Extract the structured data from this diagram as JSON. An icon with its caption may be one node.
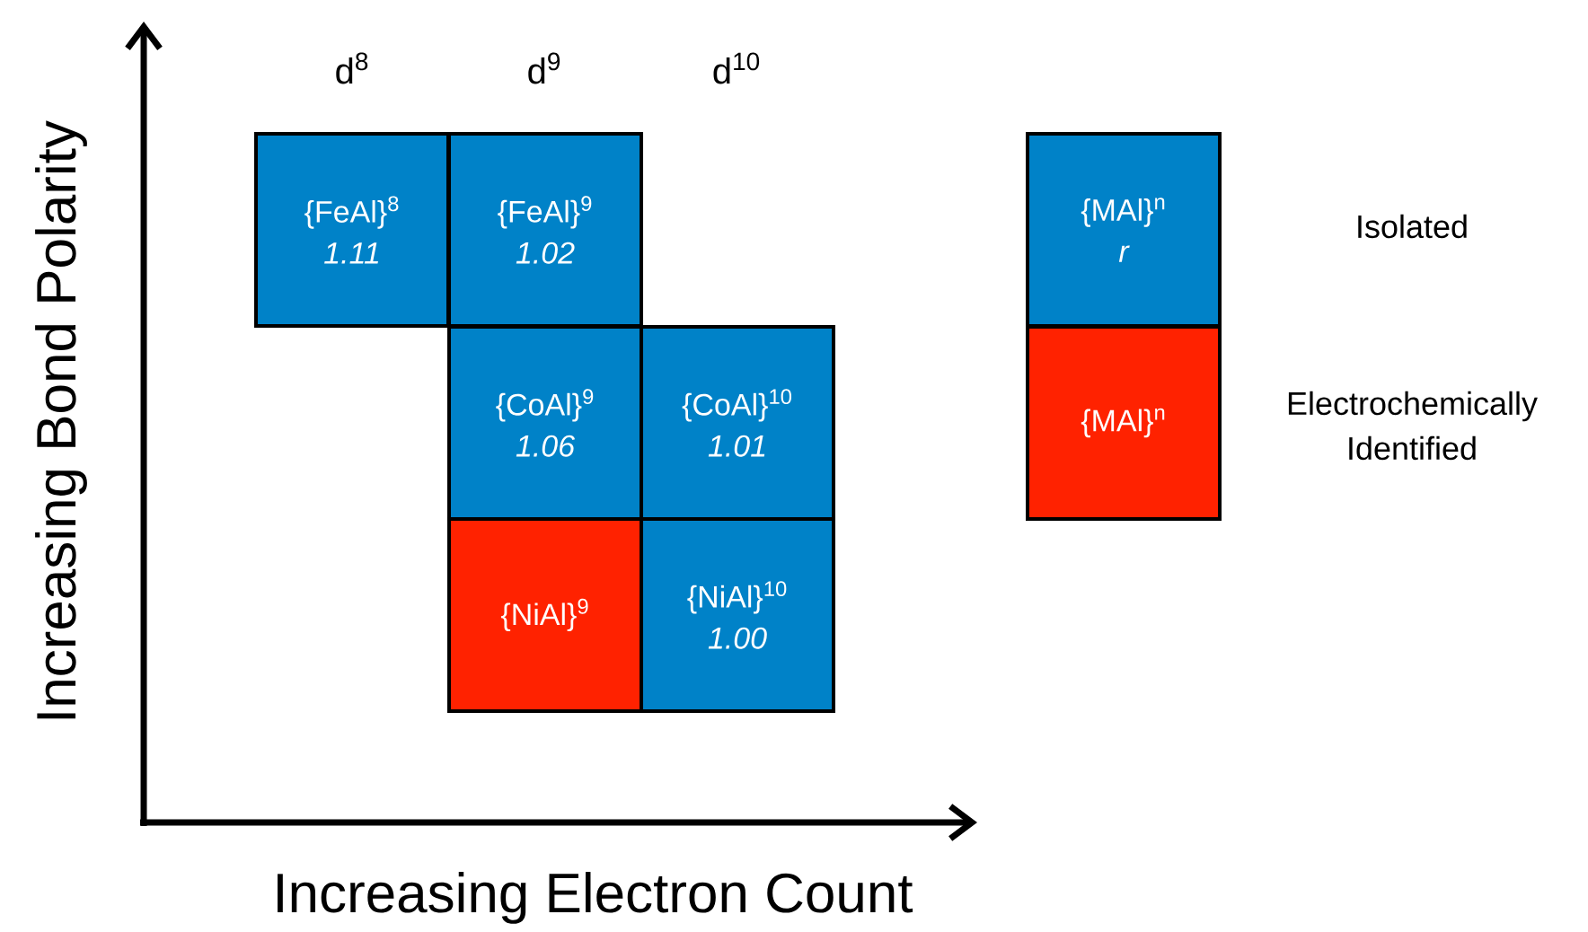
{
  "diagram": {
    "nodes": [
      {
        "text": [
          "{FeAl}$^{8}$",
          "1.11"
        ]
      },
      {
        "text": [
          "{FeAl}$^{9}$",
          "1.02"
        ]
      },
      {
        "text": [
          "{CoAl}$^{9}$",
          "1.06"
        ]
      },
      {
        "text": [
          "{CoAl}$^{10}$",
          "1.01"
        ]
      },
      {
        "text": [
          "{NiAl}$^{9}$"
        ]
      },
      {
        "text": [
          "{NiAl}$^{10}$",
          "1.00"
        ]
      },
      {
        "text": [
          "{MAl}$^{n}$",
          "r"
        ]
      },
      {
        "text": [
          "{MAl}$^{n}$"
        ]
      }
    ],
    "labels": [
      "d$^{8}$",
      "d$^{9}$",
      "d$^{10}$",
      "Isolated",
      "Electrochemically Identified",
      "Increasing Bond Polarity",
      "Increasing Electron Count"
    ]
  }
}
